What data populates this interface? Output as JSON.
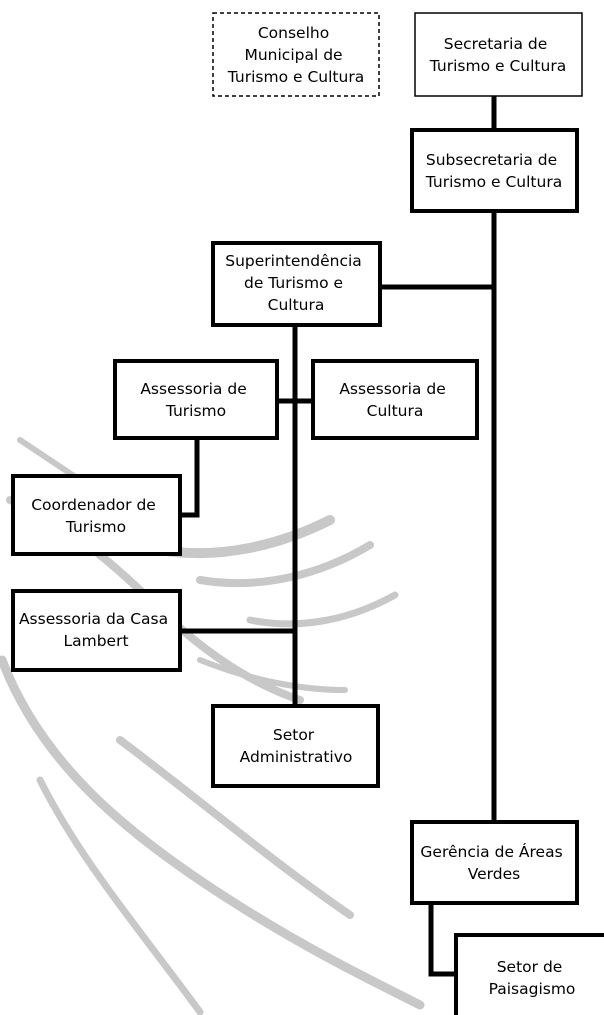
{
  "nodes": {
    "conselho": [
      "Conselho",
      "Municipal de",
      "Turismo e Cultura"
    ],
    "secretaria": [
      "Secretaria de",
      "Turismo e Cultura"
    ],
    "subsecretaria": [
      "Subsecretaria de",
      "Turismo e Cultura"
    ],
    "superintendencia": [
      "Superintendência",
      "de Turismo e",
      "Cultura"
    ],
    "assessoria_turismo": [
      "Assessoria de",
      "Turismo"
    ],
    "assessoria_cultura": [
      "Assessoria de",
      "Cultura"
    ],
    "coordenador_turismo": [
      "Coordenador de",
      "Turismo"
    ],
    "assessoria_casa_lambert": [
      "Assessoria da Casa",
      "Lambert"
    ],
    "setor_administrativo": [
      "Setor",
      "Administrativo"
    ],
    "gerencia_areas_verdes": [
      "Gerência de Áreas",
      "Verdes"
    ],
    "setor_paisagismo": [
      "Setor de",
      "Paisagismo"
    ]
  },
  "colors": {
    "box_border": "#000000",
    "connector": "#000000",
    "watermark": "#c8c8c8"
  }
}
